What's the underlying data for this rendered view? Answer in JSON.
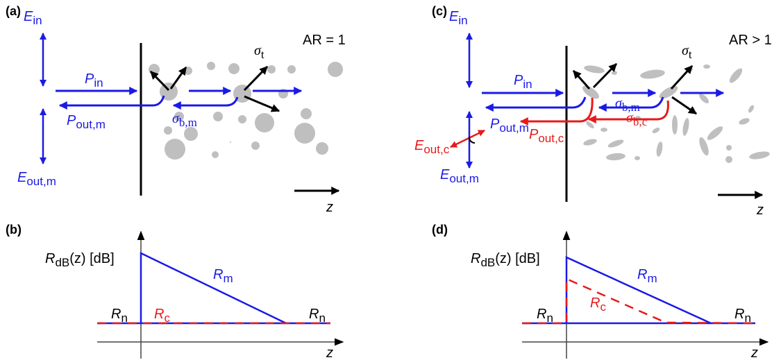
{
  "colors": {
    "blue": "#1a1ae6",
    "red": "#e61a1a",
    "black": "#000000",
    "particle": "#bfbfbf"
  },
  "panel_a": {
    "tag": "(a)",
    "e_in": {
      "base": "E",
      "sub": "in"
    },
    "p_in": {
      "base": "P",
      "sub": "in"
    },
    "p_out_m": {
      "base": "P",
      "sub": "out,m"
    },
    "e_out_m": {
      "base": "E",
      "sub": "out,m"
    },
    "sigma_t": {
      "base": "σ",
      "sub": "t"
    },
    "sigma_bm": {
      "base": "σ",
      "sub": "b,m"
    },
    "ar": "AR = 1",
    "z": "z"
  },
  "panel_b": {
    "tag": "(b)",
    "ylabel": {
      "pre": "R",
      "sub": "dB",
      "post": "(z) [dB]"
    },
    "r_m": {
      "base": "R",
      "sub": "m"
    },
    "r_c": {
      "base": "R",
      "sub": "c"
    },
    "r_n_left": {
      "base": "R",
      "sub": "n"
    },
    "r_n_right": {
      "base": "R",
      "sub": "n"
    },
    "z": "z"
  },
  "panel_c": {
    "tag": "(c)",
    "e_in": {
      "base": "E",
      "sub": "in"
    },
    "p_in": {
      "base": "P",
      "sub": "in"
    },
    "p_out_m": {
      "base": "P",
      "sub": "out,m"
    },
    "p_out_c": {
      "base": "P",
      "sub": "out,c"
    },
    "e_out_m": {
      "base": "E",
      "sub": "out,m"
    },
    "e_out_c": {
      "base": "E",
      "sub": "out,c"
    },
    "sigma_t": {
      "base": "σ",
      "sub": "t"
    },
    "sigma_bm": {
      "base": "σ",
      "sub": "b,m"
    },
    "sigma_bc": {
      "base": "σ",
      "sub": "b,c"
    },
    "ar": "AR > 1",
    "z": "z"
  },
  "panel_d": {
    "tag": "(d)",
    "ylabel": {
      "pre": "R",
      "sub": "dB",
      "post": "(z) [dB]"
    },
    "r_m": {
      "base": "R",
      "sub": "m"
    },
    "r_c": {
      "base": "R",
      "sub": "c"
    },
    "r_n_left": {
      "base": "R",
      "sub": "n"
    },
    "r_n_right": {
      "base": "R",
      "sub": "n"
    },
    "z": "z"
  }
}
